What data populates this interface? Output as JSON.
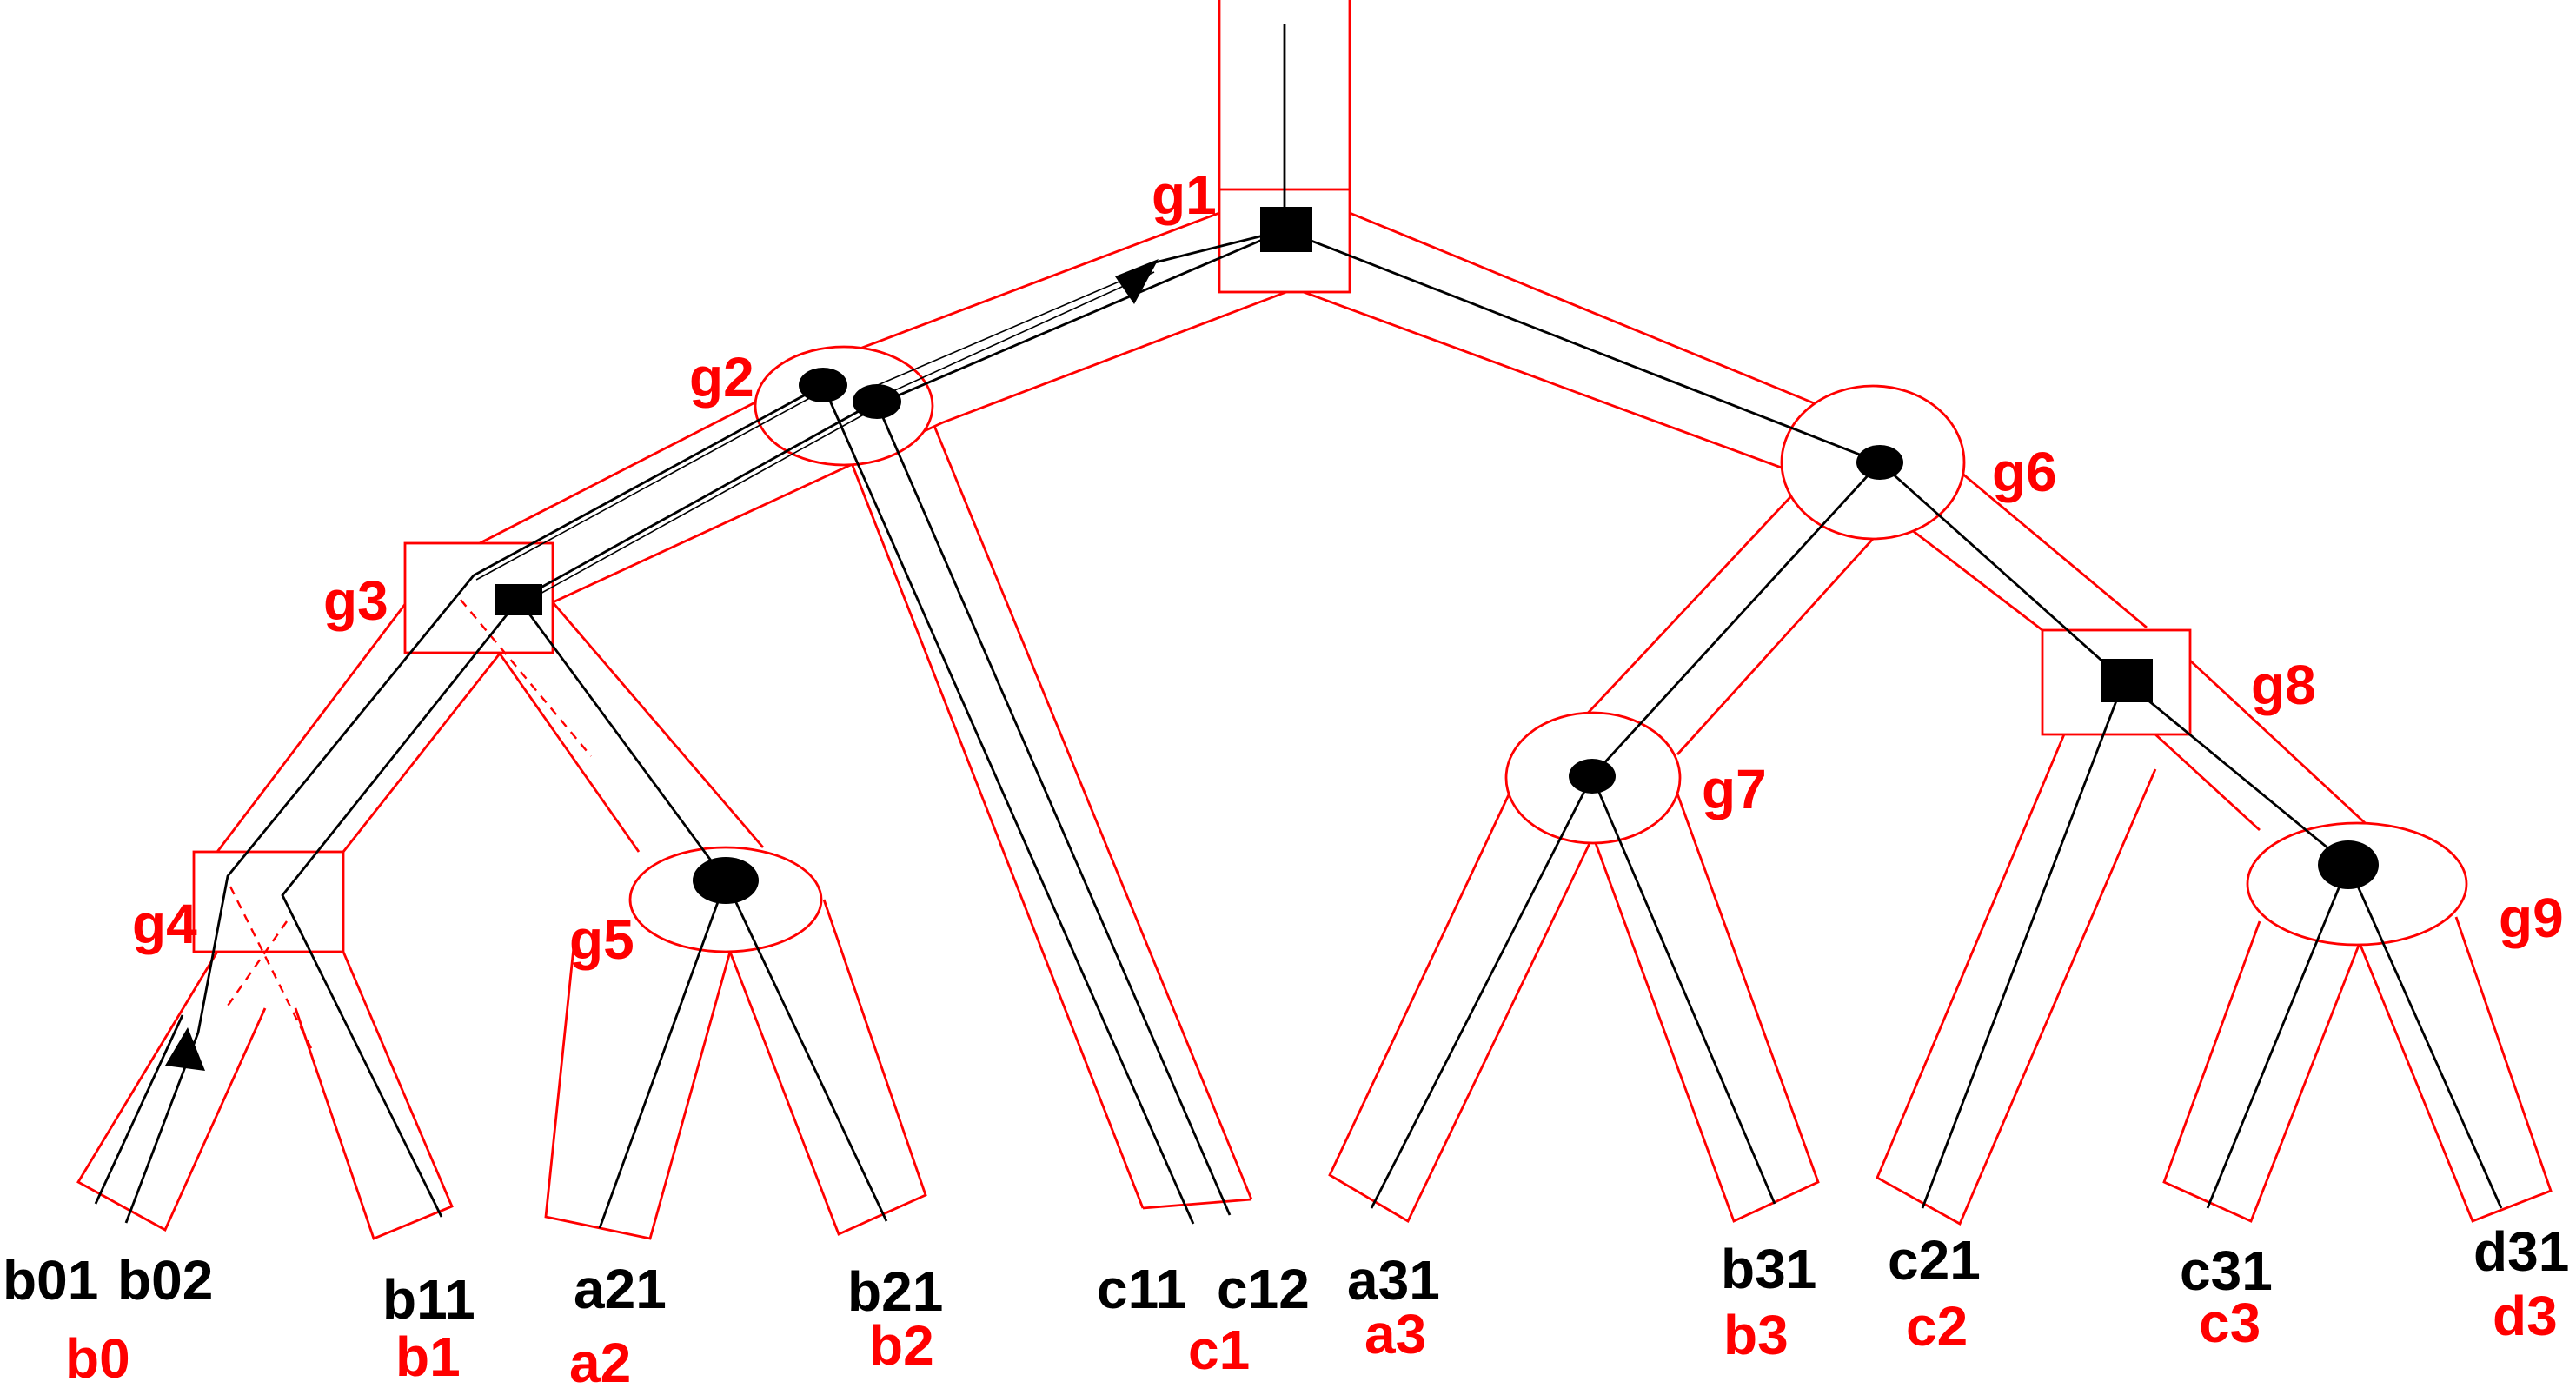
{
  "gates": [
    "g1",
    "g2",
    "g3",
    "g4",
    "g5",
    "g6",
    "g7",
    "g8",
    "g9"
  ],
  "leaves": [
    "b01",
    "b02",
    "b11",
    "a21",
    "b21",
    "c11",
    "c12",
    "a31",
    "b31",
    "c21",
    "c31",
    "d31"
  ],
  "groups": [
    "b0",
    "b1",
    "a2",
    "b2",
    "c1",
    "a3",
    "b3",
    "c2",
    "c3",
    "d3"
  ],
  "colors": {
    "outline": "#ff0000",
    "wire": "#000000",
    "background": "#ffffff"
  }
}
